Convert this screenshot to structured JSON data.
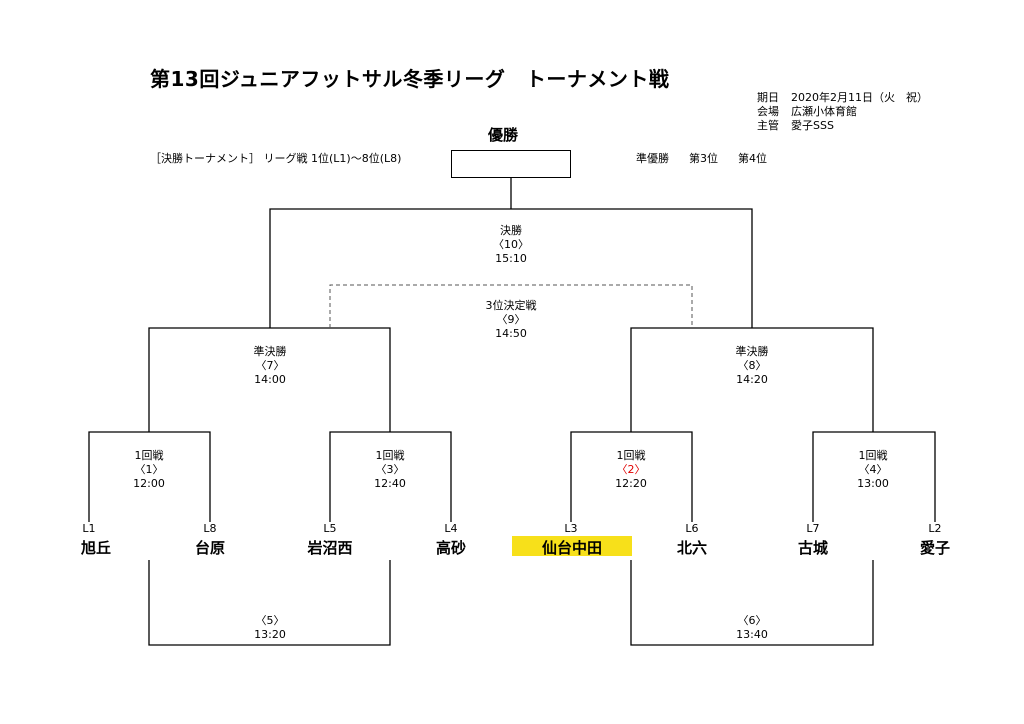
{
  "title": "第13回ジュニアフットサル冬季リーグ　トーナメント戦",
  "info": [
    {
      "key": "期日",
      "value": "2020年2月11日（火　祝）"
    },
    {
      "key": "会場",
      "value": "広瀬小体育館"
    },
    {
      "key": "主管",
      "value": "愛子SSS"
    }
  ],
  "subtitle": "［決勝トーナメント］ リーグ戦 1位(L1)～8位(L8)",
  "ranks": [
    "準優勝",
    "第3位",
    "第4位"
  ],
  "champion_label": "優勝",
  "matches": {
    "final": {
      "name": "決勝",
      "num": "〈10〉",
      "time": "15:10"
    },
    "third": {
      "name": "3位決定戦",
      "num": "〈9〉",
      "time": "14:50"
    },
    "sf1": {
      "name": "準決勝",
      "num": "〈7〉",
      "time": "14:00"
    },
    "sf2": {
      "name": "準決勝",
      "num": "〈8〉",
      "time": "14:20"
    },
    "r1": {
      "name": "1回戦",
      "num": "〈1〉",
      "time": "12:00"
    },
    "r3": {
      "name": "1回戦",
      "num": "〈3〉",
      "time": "12:40"
    },
    "r2": {
      "name": "1回戦",
      "num": "〈2〉",
      "time": "12:20"
    },
    "r4": {
      "name": "1回戦",
      "num": "〈4〉",
      "time": "13:00"
    },
    "c5": {
      "num": "〈5〉",
      "time": "13:20"
    },
    "c6": {
      "num": "〈6〉",
      "time": "13:40"
    }
  },
  "teams": [
    {
      "seed": "L1",
      "name": "旭丘"
    },
    {
      "seed": "L8",
      "name": "台原"
    },
    {
      "seed": "L5",
      "name": "岩沼西"
    },
    {
      "seed": "L4",
      "name": "高砂"
    },
    {
      "seed": "L3",
      "name": "仙台中田"
    },
    {
      "seed": "L6",
      "name": "北六"
    },
    {
      "seed": "L7",
      "name": "古城"
    },
    {
      "seed": "L2",
      "name": "愛子"
    }
  ],
  "colors": {
    "highlight": "#f7e01a",
    "match_red": "#e00000"
  }
}
